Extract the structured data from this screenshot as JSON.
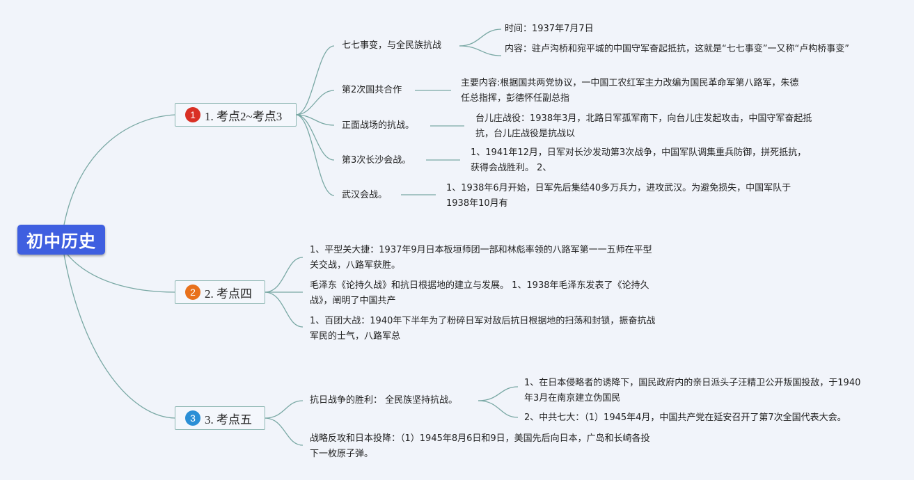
{
  "root": {
    "label": "初中历史"
  },
  "branches": [
    {
      "badge": "1",
      "badge_color": "#d93025",
      "label": "1. 考点2~考点3",
      "children": [
        {
          "label": "七七事变，与全民族抗战",
          "details": [
            "时间：1937年7月7日",
            "内容：驻卢沟桥和宛平城的中国守军奋起抵抗，这就是“七七事变”一又称“卢构桥事变”"
          ]
        },
        {
          "label": "第2次国共合作",
          "detail": "主要内容:根据国共两党协议，一中国工农红军主力改编为国民革命军第八路军，朱德任总指挥，彭德怀任副总指"
        },
        {
          "label": "正面战场的抗战。",
          "detail": "台儿庄战役：1938年3月，北路日军孤军南下，向台儿庄发起攻击，中国守军奋起抵抗，台儿庄战役是抗战以"
        },
        {
          "label": "第3次长沙会战。",
          "detail": "1、1941年12月，日军对长沙发动第3次战争，中国军队调集重兵防御，拼死抵抗，获得会战胜利。 2、"
        },
        {
          "label": "武汉会战。",
          "detail": "1、1938年6月开始，日军先后集结40多万兵力，进攻武汉。为避免损失，中国军队于1938年10月有"
        }
      ]
    },
    {
      "badge": "2",
      "badge_color": "#e8711c",
      "label": "2. 考点四",
      "children": [
        {
          "label": "1、平型关大捷：1937年9月日本板垣师团一部和林彪率领的八路军第一一五师在平型关交战，八路军获胜。"
        },
        {
          "label": "毛泽东《论持久战》和抗日根据地的建立与发展。 1、1938年毛泽东发表了《论持久战》，阐明了中国共产"
        },
        {
          "label": "1、百团大战：1940年下半年为了粉碎日军对敌后抗日根据地的扫荡和封锁，振奋抗战军民的士气，八路军总"
        }
      ]
    },
    {
      "badge": "3",
      "badge_color": "#2b8fd6",
      "label": "3. 考点五",
      "children": [
        {
          "label": "抗日战争的胜利： 全民族坚持抗战。",
          "details": [
            "1、在日本侵略者的诱降下，国民政府内的亲日派头子汪精卫公开叛国投敌，于1940年3月在南京建立伪国民",
            "2、中共七大：（1）1945年4月，中国共产党在延安召开了第7次全国代表大会。"
          ]
        },
        {
          "label": "战略反攻和日本投降：（1）1945年8月6日和9日，美国先后向日本，广岛和长崎各投下一枚原子弹。"
        }
      ]
    }
  ]
}
